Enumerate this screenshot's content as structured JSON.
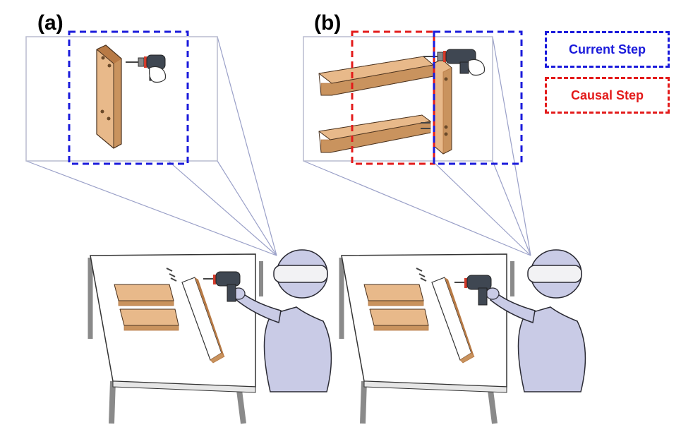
{
  "panels": [
    {
      "label": "(a)"
    },
    {
      "label": "(b)"
    }
  ],
  "legend": {
    "current": {
      "label": "Current Step",
      "color": "#1a1adb"
    },
    "causal": {
      "label": "Causal Step",
      "color": "#e31b1b"
    }
  },
  "colors": {
    "wood": "#e8b98a",
    "wood_edge": "#b87a45",
    "wood_dark": "#c9935e",
    "person": "#c9cbe6",
    "person_outline": "#2a2a33",
    "table_top": "#ffffff",
    "table_leg": "#8a8a8a",
    "drill_body": "#3f4752",
    "drill_accent": "#d23a2a",
    "projection": "#9aa0c8",
    "zoom_frame": "#b8bccf"
  },
  "icons": [
    "drill-icon",
    "hand-icon",
    "screw-icon"
  ]
}
